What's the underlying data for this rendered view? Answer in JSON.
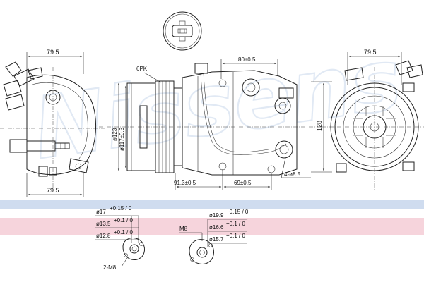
{
  "watermark": "Nissens",
  "colors": {
    "background": "#ffffff",
    "line": "#222222",
    "band_blue": "#cfdcef",
    "band_pink": "#f6d4dc",
    "watermark": "#c9d8ec"
  },
  "left_view": {
    "dim_top": "79.5",
    "dim_bottom": "79.5"
  },
  "side_view": {
    "pulley_label": "6PK",
    "dia_outer": "ø123",
    "dia_inner": "ø117±0.3",
    "dim_top": "80±0.5",
    "dim_bottom_left": "91.3±0.5",
    "dim_bottom_right": "69±0.5",
    "holes": "4-ø8.5"
  },
  "right_view": {
    "dim_top": "79.5",
    "dim_height": "128"
  },
  "ports": {
    "left": {
      "dia_1": "ø17",
      "dia_1_tol": "+0.15 / 0",
      "dia_2": "ø13.5",
      "dia_2_tol": "+0.1 / 0",
      "dia_3": "ø12.8",
      "dia_3_tol": "+0.1 / 0",
      "thread": "2-M8"
    },
    "right": {
      "thread": "M8",
      "dia_1": "ø19.9",
      "dia_1_tol": "+0.15 / 0",
      "dia_2": "ø16.6",
      "dia_2_tol": "+0.1 / 0",
      "dia_3": "ø15.7",
      "dia_3_tol": "+0.1 / 0"
    }
  }
}
